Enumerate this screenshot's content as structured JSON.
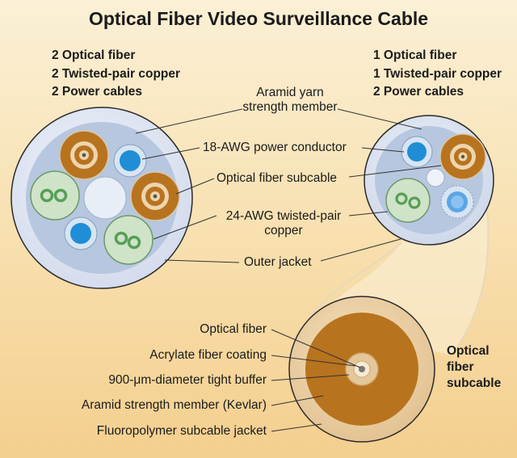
{
  "title": "Optical Fiber Video Surveillance Cable",
  "left_cable_specs": [
    "2 Optical fiber",
    "2 Twisted-pair copper",
    "2 Power cables"
  ],
  "right_cable_specs": [
    "1 Optical fiber",
    "1 Twisted-pair copper",
    "2 Power cables"
  ],
  "component_labels": {
    "aramid_yarn_line1": "Aramid yarn",
    "aramid_yarn_line2": "strength member",
    "power_conductor": "18-AWG power conductor",
    "fiber_subcable": "Optical fiber subcable",
    "twisted_pair_line1": "24-AWG twisted-pair",
    "twisted_pair_line2": "copper",
    "outer_jacket": "Outer jacket"
  },
  "subcable_labels": {
    "optical_fiber": "Optical fiber",
    "acrylate_coating": "Acrylate fiber coating",
    "tight_buffer": "900-μm-diameter tight buffer",
    "aramid_kevlar": "Aramid strength member (Kevlar)",
    "subcable_jacket": "Fluoropolymer subcable jacket"
  },
  "subcable_title": [
    "Optical",
    "fiber",
    "subcable"
  ],
  "colors": {
    "jacket": "#dfe6f1",
    "aramid_fill": "#b6c6df",
    "fiber_brown": "#b8731f",
    "fiber_tan": "#ecd5ad",
    "copper_green": "#cfe3c8",
    "copper_wire": "#56a055",
    "power_blue": "#1f8ed6",
    "leader_line": "#333333"
  }
}
